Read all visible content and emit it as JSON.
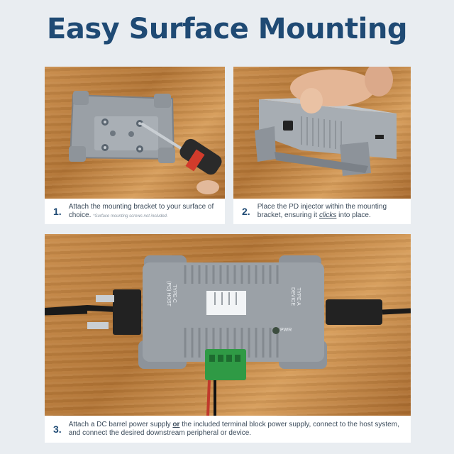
{
  "title": "Easy Surface Mounting",
  "steps": [
    {
      "number": "1.",
      "text": "Attach the mounting bracket to your surface of choice.",
      "note": "*Surface mounting screws not included."
    },
    {
      "number": "2.",
      "text_before": "Place the PD injector within the mounting bracket, ensuring it ",
      "emphasis": "clicks",
      "text_after": " into place."
    },
    {
      "number": "3.",
      "text_before": "Attach a DC barrel power supply ",
      "emphasis": "or",
      "text_after": " the included terminal block power supply, connect to the host system, and connect the desired downstream peripheral or device."
    }
  ],
  "device_labels": {
    "host": "TYPE-C (PD) HOST",
    "device": "TYPE-A DEVICE",
    "pwr": "PWR"
  }
}
